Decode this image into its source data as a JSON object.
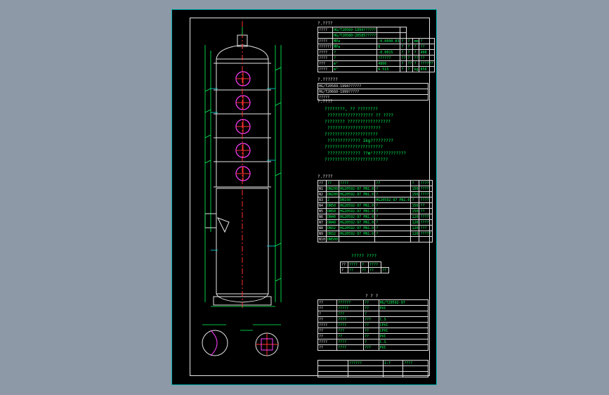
{
  "notes_title": "?.????",
  "design_rows": [
    [
      "????",
      "HG/T20569-1994??????",
      "",
      ""
    ],
    [
      "",
      "HG/T20580~20585?????",
      "",
      ""
    ],
    [
      "????",
      "MPa",
      "-0.0090.03",
      "?",
      "?",
      "mm",
      "?"
    ],
    [
      "??????",
      "MPa",
      "0",
      "?",
      "?",
      "?",
      "??"
    ],
    [
      "????",
      "?",
      "-0.0015",
      "?",
      "?",
      "?",
      "400"
    ],
    [
      "????",
      "?",
      "??????",
      "??",
      "?",
      "??",
      "??"
    ],
    [
      "???",
      "m²",
      "4800",
      "?",
      "??",
      "?",
      "??????"
    ],
    [
      "????",
      "m³",
      "6.515",
      "?",
      "?",
      "kg",
      "856"
    ]
  ],
  "std_title": "?.??????",
  "std_rows": [
    "HG/T20569-1994??????",
    "HG/T20660-1999?????",
    "?????"
  ],
  "tech_title": "?.????",
  "tech_lines": [
    "????????, ?? ????????",
    "?????????????????? ?? ????",
    "???????? ?????????????????",
    "?????????????????????",
    "?????????????????????",
    "????????????? 1kg?????????",
    "???????????????????????",
    "????????????? ??m²?????????????",
    "?????????????????????????"
  ],
  "nozzle_title": "?.????",
  "nozzle_rows": [
    [
      "??",
      "??",
      "????",
      "??",
      "?",
      "????"
    ],
    [
      "N1",
      "DN200",
      "HG20592-97 PN1.0",
      "?",
      "150",
      "????"
    ],
    [
      "N2",
      "DN200",
      "HG20592-97 PN1.0",
      "?",
      "150",
      "????"
    ],
    [
      "N3",
      "2",
      "DN150",
      "HG20592-97 PN1.0",
      "?",
      "????"
    ],
    [
      "N4",
      "DN50",
      "HG20592-97 PN1.0",
      "?",
      "150",
      "??"
    ],
    [
      "N5",
      "DN50",
      "HG20592-97 PN1.0",
      "?",
      "150",
      "??"
    ],
    [
      "N6",
      "DN40",
      "HG20592-97 PN1.0",
      "?",
      "120",
      "????"
    ],
    [
      "N7",
      "DN40",
      "HG20592-97 PN1.0",
      "?",
      "120",
      "????"
    ],
    [
      "N8",
      "DN32",
      "HG20592-97 PN1.0",
      "?",
      "120",
      "???"
    ],
    [
      "N9",
      "DN32",
      "HG20592-97 PN1.0",
      "?",
      "120",
      "?????"
    ],
    [
      "N10",
      "DN500",
      "",
      "",
      "",
      ""
    ]
  ],
  "mini_title": "????? ????",
  "mini_rows": [
    [
      "??",
      "????",
      "?",
      "????"
    ],
    [
      "?",
      "??",
      "??",
      "??",
      "??"
    ]
  ],
  "parts_title": "?  ?  ?",
  "parts_rows": [
    [
      "??",
      "??????",
      "??",
      "HG/T20592-97"
    ],
    [
      "??",
      "?????",
      "??",
      "PVC"
    ],
    [
      "?",
      "???",
      "?",
      ""
    ],
    [
      "??",
      "????",
      "???",
      "C.S"
    ],
    [
      "????",
      "????",
      "??",
      "CPVC"
    ],
    [
      "??",
      "???",
      "??",
      "CPVC"
    ],
    [
      "??",
      "??",
      "??",
      "PVC"
    ],
    [
      "????",
      "????",
      "?",
      "C.S"
    ],
    [
      "??",
      "????",
      "???",
      "PVC"
    ]
  ],
  "title_block": {
    "drawing_name": "??????",
    "scale": "1:?",
    "sheet": "????"
  },
  "colors": {
    "sheet_bg": "#000000",
    "frame": "#e6e6e6",
    "green": "#00ff5a",
    "cyan": "#00e5e5",
    "magenta": "#ff40ff",
    "red": "#ff3030",
    "canvas": "#8d99a6"
  }
}
